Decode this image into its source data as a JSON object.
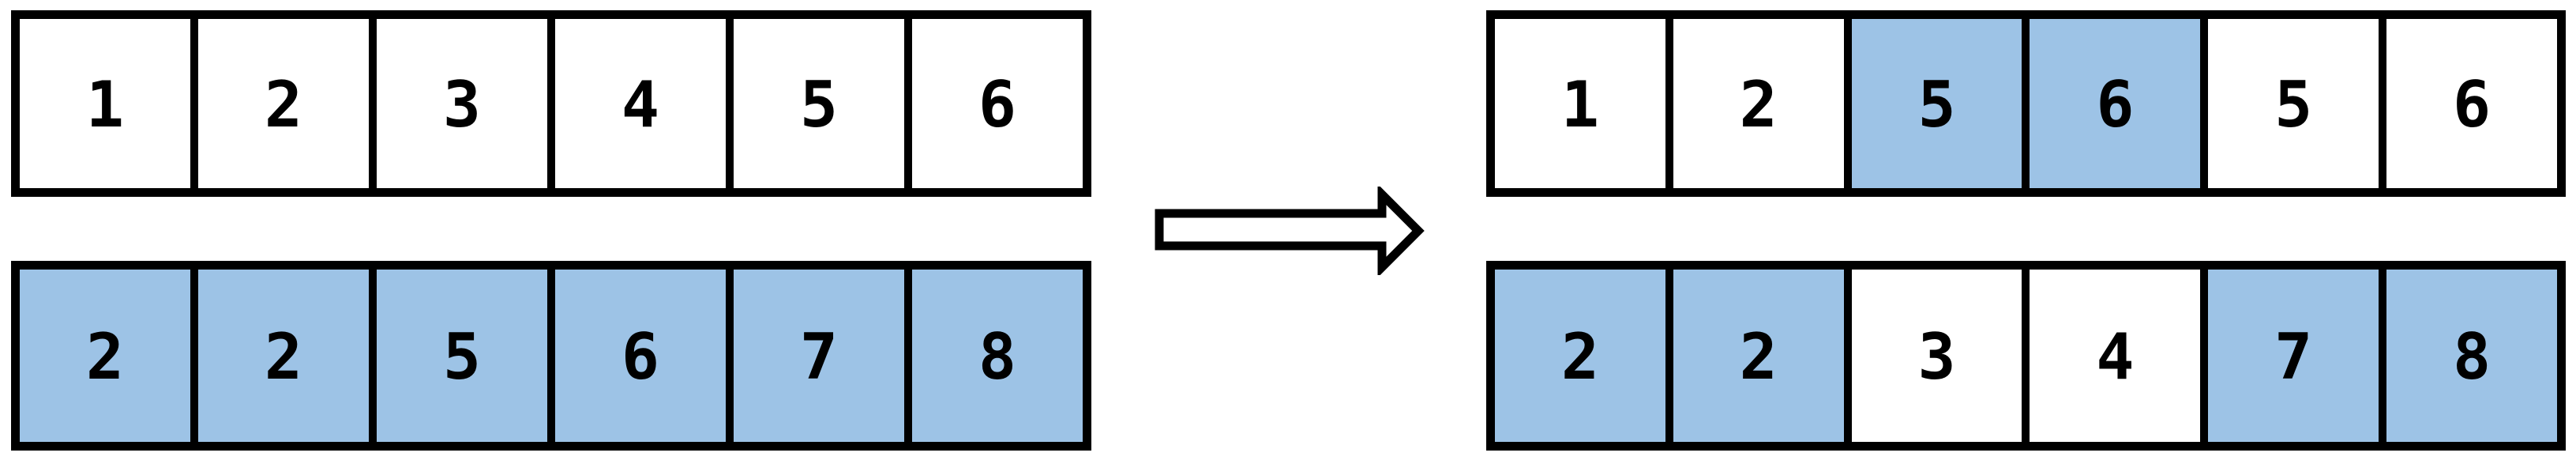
{
  "colors": {
    "highlight": "#9DC3E6",
    "plain": "#FFFFFF",
    "line": "#000000"
  },
  "arrow": {
    "icon": "right-arrow-icon",
    "direction": "right"
  },
  "before": {
    "row1": {
      "cells": [
        {
          "value": "1",
          "fill": "plain"
        },
        {
          "value": "2",
          "fill": "plain"
        },
        {
          "value": "3",
          "fill": "plain"
        },
        {
          "value": "4",
          "fill": "plain"
        },
        {
          "value": "5",
          "fill": "plain"
        },
        {
          "value": "6",
          "fill": "plain"
        }
      ]
    },
    "row2": {
      "cells": [
        {
          "value": "2",
          "fill": "highlight"
        },
        {
          "value": "2",
          "fill": "highlight"
        },
        {
          "value": "5",
          "fill": "highlight"
        },
        {
          "value": "6",
          "fill": "highlight"
        },
        {
          "value": "7",
          "fill": "highlight"
        },
        {
          "value": "8",
          "fill": "highlight"
        }
      ]
    }
  },
  "after": {
    "row1": {
      "cells": [
        {
          "value": "1",
          "fill": "plain"
        },
        {
          "value": "2",
          "fill": "plain"
        },
        {
          "value": "5",
          "fill": "highlight"
        },
        {
          "value": "6",
          "fill": "highlight"
        },
        {
          "value": "5",
          "fill": "plain"
        },
        {
          "value": "6",
          "fill": "plain"
        }
      ]
    },
    "row2": {
      "cells": [
        {
          "value": "2",
          "fill": "highlight"
        },
        {
          "value": "2",
          "fill": "highlight"
        },
        {
          "value": "3",
          "fill": "plain"
        },
        {
          "value": "4",
          "fill": "plain"
        },
        {
          "value": "7",
          "fill": "highlight"
        },
        {
          "value": "8",
          "fill": "highlight"
        }
      ]
    }
  }
}
